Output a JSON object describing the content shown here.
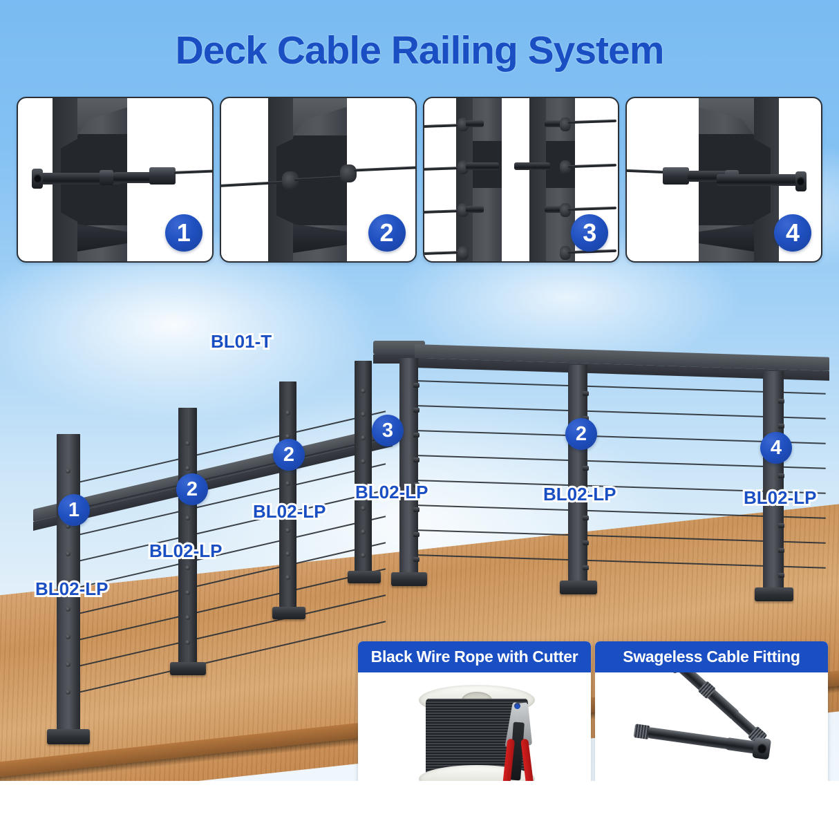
{
  "page": {
    "title": "Deck Cable Railing System"
  },
  "detail_panels": [
    {
      "badge": "1",
      "name": "cable-fitting-inserted-left"
    },
    {
      "badge": "2",
      "name": "cable-pass-through-post"
    },
    {
      "badge": "3",
      "name": "corner-post-pair-terminations"
    },
    {
      "badge": "4",
      "name": "cable-fitting-inserted-right"
    }
  ],
  "scene": {
    "top_rail_label": "BL01-T",
    "post_label": "BL02-LP",
    "callouts": [
      {
        "badge": "1",
        "label": "BL02-LP"
      },
      {
        "badge": "2",
        "label": "BL02-LP"
      },
      {
        "badge": "2",
        "label": "BL02-LP"
      },
      {
        "badge": "3",
        "label": "BL02-LP"
      },
      {
        "badge": "2",
        "label": "BL02-LP"
      },
      {
        "badge": "4",
        "label": "BL02-LP"
      }
    ]
  },
  "product_cards": [
    {
      "title": "Black Wire Rope with Cutter",
      "art": "wire-rope-spool-with-cutter"
    },
    {
      "title": "Swageless Cable Fitting",
      "art": "swageless-cable-fittings-crossed"
    }
  ],
  "colors": {
    "brand_blue": "#1a4fc4",
    "badge_blue": "#2050c0",
    "sky_blue": "#79bbf2",
    "deck_wood": "#d8a771",
    "post_metal": "#3e4349"
  }
}
